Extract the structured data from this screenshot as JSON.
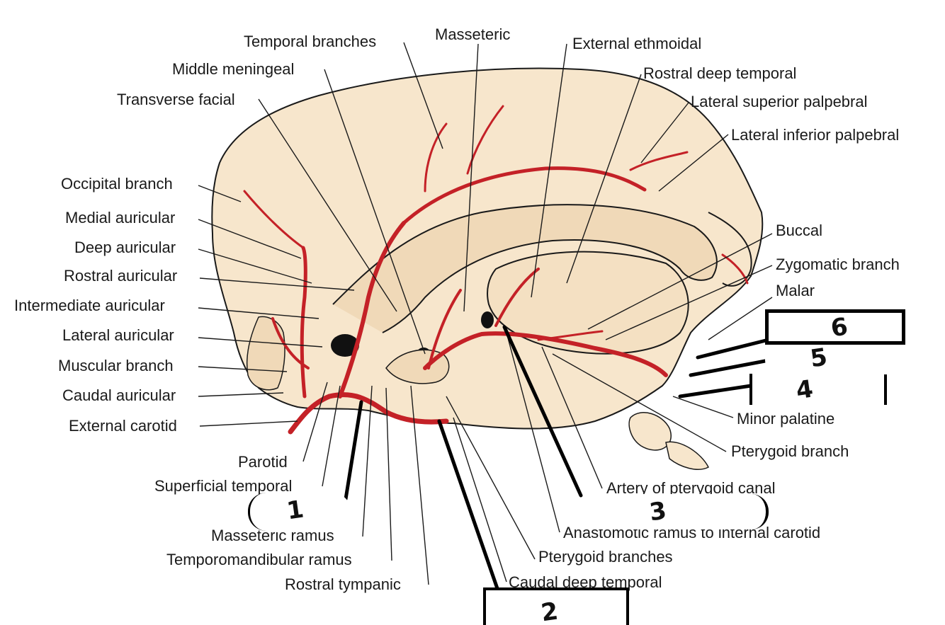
{
  "colors": {
    "bone": "#f7e6cc",
    "bone_shadow": "#e9cfae",
    "artery": "#c42127",
    "leader": "#1a1a1a",
    "blank": "#ffffff",
    "blank_border": "#000000"
  },
  "labels": {
    "temporal_branches": "Temporal branches",
    "masseteric": "Masseteric",
    "external_ethmoidal": "External ethmoidal",
    "middle_meningeal": "Middle meningeal",
    "rostral_deep_temporal": "Rostral deep temporal",
    "transverse_facial": "Transverse facial",
    "lateral_superior_palpebral": "Lateral superior palpebral",
    "lateral_inferior_palpebral": "Lateral inferior palpebral",
    "occipital_branch": "Occipital branch",
    "medial_auricular": "Medial auricular",
    "deep_auricular": "Deep auricular",
    "rostral_auricular": "Rostral auricular",
    "intermediate_auricular": "Intermediate auricular",
    "lateral_auricular": "Lateral auricular",
    "muscular_branch": "Muscular branch",
    "caudal_auricular": "Caudal auricular",
    "external_carotid": "External carotid",
    "parotid": "Parotid",
    "superficial_temporal": "Superficial temporal",
    "masseteric_ramus": "Masseteric ramus",
    "temporomandibular_ramus": "Temporomandibular ramus",
    "rostral_tympanic": "Rostral tympanic",
    "buccal": "Buccal",
    "zygomatic_branch": "Zygomatic branch",
    "malar": "Malar",
    "minor_palatine": "Minor palatine",
    "pterygoid_branch": "Pterygoid branch",
    "artery_of_pterygoid_canal": "Artery of pterygoid canal",
    "anastomotic_ramus": "Anastomotic ramus to internal carotid",
    "pterygoid_branches": "Pterygoid branches",
    "caudal_deep_temporal": "Caudal deep temporal"
  },
  "blanks": [
    "1",
    "2",
    "3",
    "4",
    "5",
    "6"
  ]
}
